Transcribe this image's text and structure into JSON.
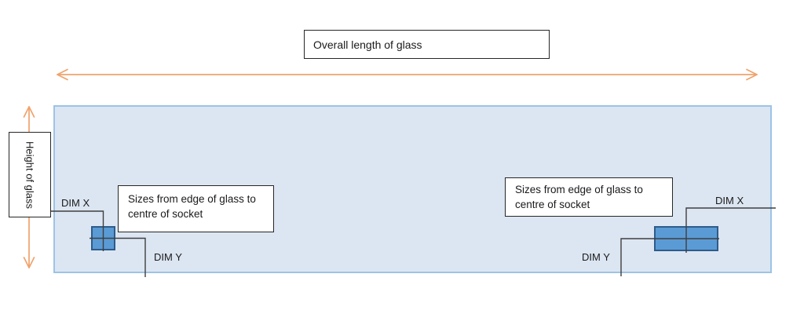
{
  "diagram": {
    "title_box": {
      "text": "Overall length of glass"
    },
    "height_box": {
      "text": "Height of glass"
    },
    "left_assembly": {
      "dim_x": "DIM X",
      "dim_y": "DIM Y",
      "note": "Sizes from edge of glass to\ncentre of socket"
    },
    "right_assembly": {
      "dim_x": "DIM X",
      "dim_y": "DIM Y",
      "note": "Sizes from edge of glass to\ncentre of socket"
    }
  },
  "colors": {
    "arrow": "#F0A26C",
    "glass_fill": "#DCE6F2",
    "glass_border": "#9DC3E6",
    "socket_fill": "#5B9BD5",
    "socket_border": "#2E5C8A",
    "line": "#3F3F3F"
  }
}
